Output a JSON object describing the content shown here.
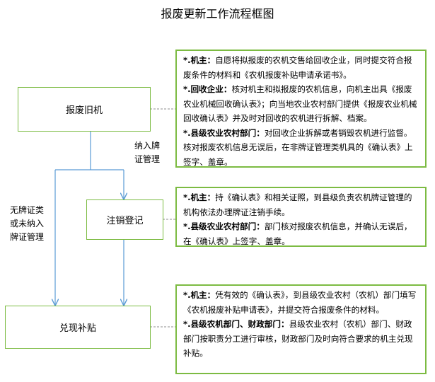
{
  "title": "报废更新工作流程框图",
  "steps": [
    {
      "label": "报废旧机"
    },
    {
      "label": "注销登记"
    },
    {
      "label": "兑现补贴"
    }
  ],
  "branch_labels": {
    "licensed": "纳入牌证管理",
    "unlicensed": "无牌证类或未纳入牌证管理"
  },
  "notes": [
    {
      "items": [
        {
          "role": "*.机主：",
          "text": "自愿将拟报废的农机交售给回收企业，同时提交符合报废条件的材料和《农机报废补贴申请承诺书》。"
        },
        {
          "role": "*.回收企业：",
          "text": "核对机主和拟报废的农机信息，向机主出具《报废农业机械回收确认表》；向当地农业农村部门提供《报废农业机械回收确认表》并及时对回收的农机进行拆解、档案。"
        },
        {
          "role": "*.县级农业农村部门：",
          "text": "对回收企业拆解或者销毁农机进行监督。核对报废农机信息无误后，在非牌证管理类机具的《确认表》上签字、盖章。"
        }
      ]
    },
    {
      "items": [
        {
          "role": "*.机主：",
          "text": "持《确认表》和相关证照，到县级负责农机牌证管理的机构依法办理牌证注销手续。"
        },
        {
          "role": "*.县级农业农村部门：",
          "text": "部门核对报废农机信息，并确认无误后，在《确认表》上签字、盖章。"
        }
      ]
    },
    {
      "items": [
        {
          "role": "*.机主：",
          "text": "凭有效的《确认表》，到县级农业农村（农机）部门填写《农机报废补贴申请表》，并提交符合报废条件的材料。"
        },
        {
          "role": "*.县级农机部门、财政部门：",
          "text": "县级农业农村（农机）部门、财政部门按职责分工进行审核，财政部门及时向符合要求的机主兑现补贴。"
        }
      ]
    }
  ],
  "colors": {
    "box_border": "#7cbb42",
    "arrow": "#5b9bd5",
    "connector": "#8c8c8c"
  }
}
